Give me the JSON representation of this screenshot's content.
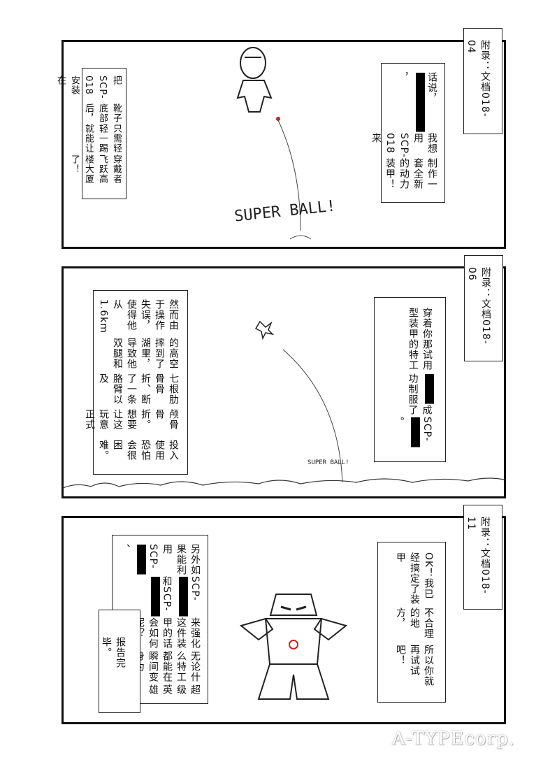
{
  "panels": [
    {
      "caption": "附录：文档018-04",
      "speech": [
        [
          "话说，",
          {
            "redact": 6
          },
          "，"
        ],
        [
          "我想用SCP-018来"
        ],
        [
          "制作一套全新的动力装甲！"
        ]
      ],
      "narration": [
        [
          "把SCP-018安装在"
        ],
        [
          "靴子底部后，"
        ],
        [
          "只需轻轻一踢就能让"
        ],
        [
          "穿戴者飞跃高楼大厦了！"
        ]
      ],
      "sfx": "SUPER BALL!"
    },
    {
      "caption": "附录：文档018-06",
      "speech": [
        [
          "穿着你那试用型装甲的特工"
        ],
        [
          {
            "redact": 3
          },
          "成功制服了"
        ],
        [
          "SCP-",
          {
            "redact": 3
          },
          "。"
        ]
      ],
      "narration": [
        [
          "然而由于操作失误，使得他从1.6km"
        ],
        [
          "的高空摔到了湖里，导致他双腿和"
        ],
        [
          "七根肋骨骨折、断了一条胳臂以及"
        ],
        [
          "颅骨骨折。想要让这玩意正式"
        ],
        [
          "投入使用恐怕会很困难。"
        ]
      ],
      "sfx": "SUPER BALL!"
    },
    {
      "caption": "附录：文档018-11",
      "speech": [
        [
          "OK！我已经搞定了装甲"
        ],
        [
          "不合理的地方，"
        ],
        [
          "所以你就再试试吧！"
        ]
      ],
      "narration": [
        [
          "另外如果能利用SCP-",
          {
            "redact": 3
          },
          "、"
        ],
        [
          "SCP-",
          {
            "redact": 4
          },
          "和SCP-",
          {
            "redact": 4
          }
        ],
        [
          "来强化这件装甲的话会如何呢？"
        ],
        [
          "无论什么特工都能在瞬间变身为"
        ],
        [
          "超级英雄"
        ]
      ],
      "report": "报告完毕。"
    }
  ],
  "watermark": "A-TYPEcorp."
}
